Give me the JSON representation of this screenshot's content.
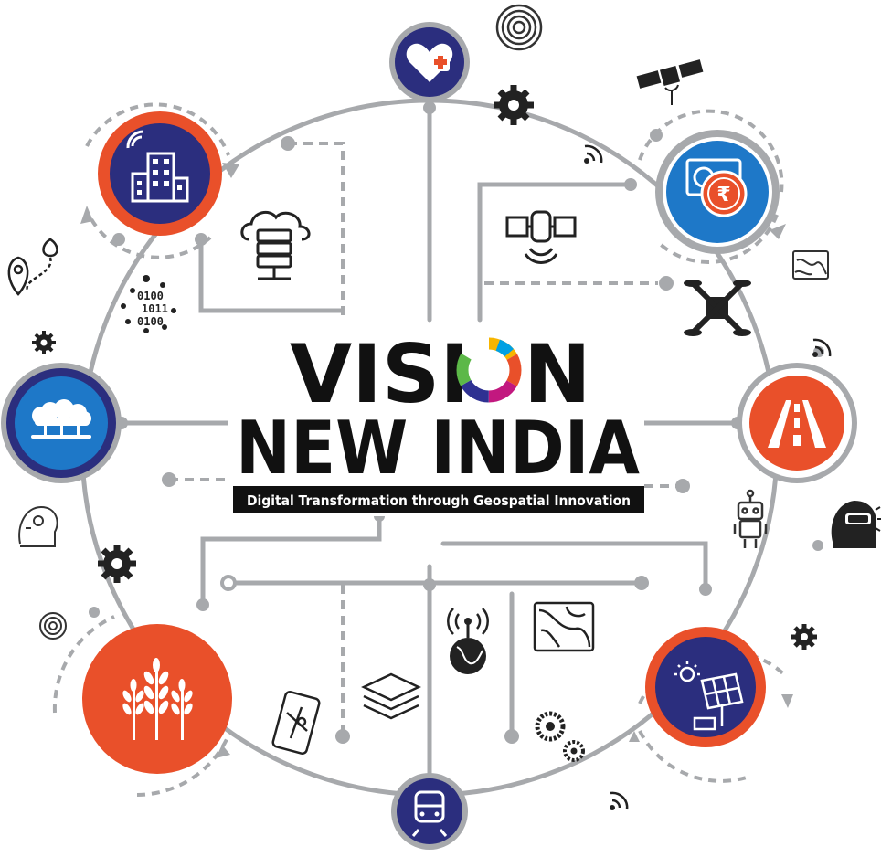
{
  "title": {
    "line1_part1": "VISI",
    "line1_part2": "N",
    "line2": "NEW INDIA",
    "tagline": "Digital Transformation through Geospatial Innovation"
  },
  "binary": [
    "0100",
    "1011",
    "0100"
  ],
  "colors": {
    "navy": "#2B2E7E",
    "orange": "#E9502A",
    "blue": "#1E78C8",
    "line_gray": "#A7A9AC",
    "icon_dark": "#222222",
    "ring_segments": [
      "#F7B500",
      "#E9502A",
      "#C2187F",
      "#2E3192",
      "#00A0E3",
      "#5CB848"
    ]
  },
  "nodes": [
    {
      "name": "health-node",
      "icon": "heart-plus-icon"
    },
    {
      "name": "smart-city-node",
      "icon": "building-wifi-icon"
    },
    {
      "name": "finance-node",
      "icon": "rupee-icon"
    },
    {
      "name": "environment-node",
      "icon": "trees-icon"
    },
    {
      "name": "roads-node",
      "icon": "road-icon"
    },
    {
      "name": "agriculture-node",
      "icon": "wheat-icon"
    },
    {
      "name": "solar-energy-node",
      "icon": "solar-panel-icon"
    },
    {
      "name": "railway-node",
      "icon": "train-icon"
    }
  ]
}
